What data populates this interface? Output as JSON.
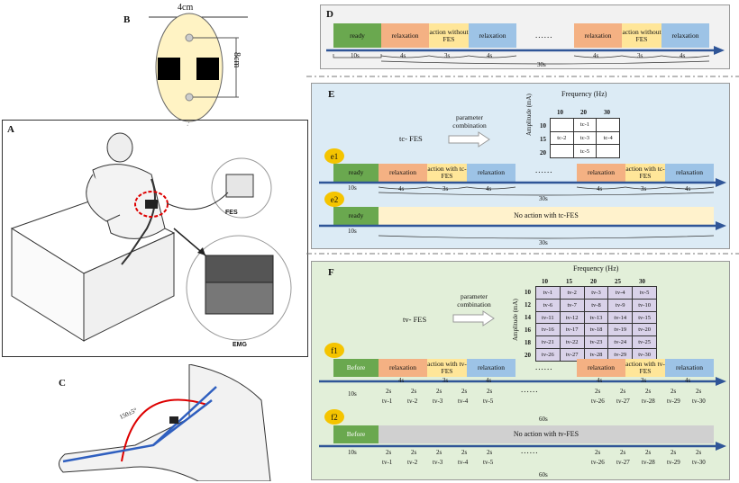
{
  "panels": {
    "A": "A",
    "B": "B",
    "C": "C",
    "D": "D",
    "E": "E",
    "F": "F",
    "e1": "e1",
    "e2": "e2",
    "f1": "f1",
    "f2": "f2"
  },
  "B": {
    "width": "4cm",
    "height": "8cm"
  },
  "A": {
    "fes": "FES",
    "emg": "EMG"
  },
  "C": {
    "angle": "150±5°"
  },
  "D": {
    "ready": "ready",
    "relaxation": "relaxation",
    "action": "action without FES",
    "t10": "10s",
    "t4": "4s",
    "t3": "3s",
    "total": "30s",
    "dots": "......"
  },
  "E": {
    "freq_title": "Frequency (Hz)",
    "freqs": [
      "10",
      "20",
      "30"
    ],
    "amp_title": "Amplitude (mA)",
    "amps": [
      "10",
      "15",
      "20"
    ],
    "cells": [
      [
        "",
        "tc-1",
        ""
      ],
      [
        "tc-2",
        "tc-3",
        "tc-4"
      ],
      [
        "",
        "tc-5",
        ""
      ]
    ],
    "param": "parameter combination",
    "tc": "tc- FES",
    "ready": "ready",
    "relaxation": "relaxation",
    "action": "action with tc-FES",
    "no_action": "No action with tc-FES",
    "t10": "10s",
    "t4": "4s",
    "t3": "3s",
    "total": "30s",
    "dots": "......"
  },
  "F": {
    "freq_title": "Frequency (Hz)",
    "freqs": [
      "10",
      "15",
      "20",
      "25",
      "30"
    ],
    "amp_title": "Amplitude (mA)",
    "amps": [
      "10",
      "12",
      "14",
      "16",
      "18",
      "20"
    ],
    "cells": [
      [
        "tv-1",
        "tv-2",
        "tv-3",
        "tv-4",
        "tv-5"
      ],
      [
        "tv-6",
        "tv-7",
        "tv-8",
        "tv-9",
        "tv-10"
      ],
      [
        "tv-11",
        "tv-12",
        "tv-13",
        "tv-14",
        "tv-15"
      ],
      [
        "tv-16",
        "tv-17",
        "tv-18",
        "tv-19",
        "tv-20"
      ],
      [
        "tv-21",
        "tv-22",
        "tv-23",
        "tv-24",
        "tv-25"
      ],
      [
        "tv-26",
        "tv-27",
        "tv-28",
        "tv-29",
        "tv-30"
      ]
    ],
    "param": "parameter combination",
    "tv": "tv- FES",
    "before": "Before",
    "relaxation": "relaxation",
    "action": "action with tv-FES",
    "no_action": "No action with tv-FES",
    "t10": "10s",
    "t4": "4s",
    "t3": "3s",
    "t2": "2s",
    "total": "60s",
    "dots": "......",
    "tvs_left": [
      "tv-1",
      "tv-2",
      "tv-3",
      "tv-4",
      "tv-5"
    ],
    "tvs_right": [
      "tv-26",
      "tv-27",
      "tv-28",
      "tv-29",
      "tv-30"
    ]
  },
  "colors": {
    "green": "#6aa84f",
    "orange": "#f4b183",
    "yellow": "#ffe699",
    "blue": "#9dc3e6",
    "panelE": "#dcebf5",
    "panelF": "#e2efd9",
    "panelD": "#f2f2f2",
    "arrow": "#2f5597"
  }
}
